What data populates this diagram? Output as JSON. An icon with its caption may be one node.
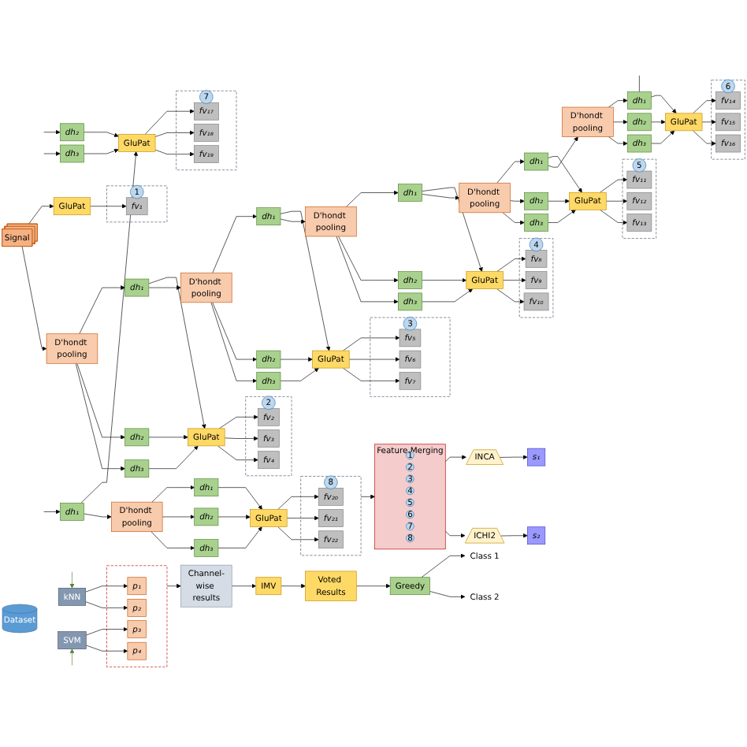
{
  "diagram": {
    "nodes": [
      {
        "text": [
          "Dataset"
        ]
      },
      {
        "text": [
          "Signal"
        ]
      },
      {
        "text": [
          "GluPat"
        ]
      },
      {
        "text": [
          "1"
        ]
      },
      {
        "text": [
          "fv₁"
        ],
        "in": 3
      },
      {
        "text": [
          "D'hondt pooling"
        ]
      },
      {
        "text": [
          "dh₁"
        ]
      },
      {
        "text": [
          "dh₂"
        ]
      },
      {
        "text": [
          "dh₃"
        ]
      },
      {
        "text": [
          "GluPat"
        ]
      },
      {
        "text": [
          "2"
        ]
      },
      {
        "text": [
          "fv₂"
        ],
        "in": 10
      },
      {
        "text": [
          "fv₃"
        ],
        "in": 10
      },
      {
        "text": [
          "fv₄"
        ],
        "in": 10
      },
      {
        "text": [
          "D'hondt pooling"
        ]
      },
      {
        "text": [
          "dh₁"
        ]
      },
      {
        "text": [
          "dh₂"
        ]
      },
      {
        "text": [
          "dh₃"
        ]
      },
      {
        "text": [
          "GluPat"
        ]
      },
      {
        "text": [
          "3"
        ]
      },
      {
        "text": [
          "fv₅"
        ],
        "in": 19
      },
      {
        "text": [
          "fv₆"
        ],
        "in": 19
      },
      {
        "text": [
          "fv₇"
        ],
        "in": 19
      },
      {
        "text": [
          "D'hondt pooling"
        ]
      },
      {
        "text": [
          "dh₁"
        ]
      },
      {
        "text": [
          "dh₂"
        ]
      },
      {
        "text": [
          "dh₃"
        ]
      },
      {
        "text": [
          "GluPat"
        ]
      },
      {
        "text": [
          "4"
        ]
      },
      {
        "text": [
          "fv₈"
        ],
        "in": 28
      },
      {
        "text": [
          "fv₉"
        ],
        "in": 28
      },
      {
        "text": [
          "fv₁₀"
        ],
        "in": 28
      },
      {
        "text": [
          "D'hondt pooling"
        ]
      },
      {
        "text": [
          "dh₁"
        ]
      },
      {
        "text": [
          "dh₂"
        ]
      },
      {
        "text": [
          "dh₃"
        ]
      },
      {
        "text": [
          "GluPat"
        ]
      },
      {
        "text": [
          "5"
        ]
      },
      {
        "text": [
          "fv₁₁"
        ],
        "in": 37
      },
      {
        "text": [
          "fv₁₂"
        ],
        "in": 37
      },
      {
        "text": [
          "fv₁₃"
        ],
        "in": 37
      },
      {
        "text": [
          "D'hondt pooling"
        ]
      },
      {
        "text": [
          "dh₁"
        ]
      },
      {
        "text": [
          "dh₂"
        ]
      },
      {
        "text": [
          "dh₃"
        ]
      },
      {
        "text": [
          "GluPat"
        ]
      },
      {
        "text": [
          "6"
        ]
      },
      {
        "text": [
          "fv₁₄"
        ],
        "in": 46
      },
      {
        "text": [
          "fv₁₅"
        ],
        "in": 46
      },
      {
        "text": [
          "fv₁₆"
        ],
        "in": 46
      },
      {
        "text": [
          "dh₁"
        ]
      },
      {
        "text": [
          "dh₂"
        ]
      },
      {
        "text": [
          "dh₃"
        ]
      },
      {
        "text": [
          "GluPat"
        ]
      },
      {
        "text": [
          "7"
        ]
      },
      {
        "text": [
          "fv₁₇"
        ],
        "in": 54
      },
      {
        "text": [
          "fv₁₈"
        ],
        "in": 54
      },
      {
        "text": [
          "fv₁₉"
        ],
        "in": 54
      },
      {
        "text": [
          "D'hondt pooling"
        ]
      },
      {
        "text": [
          "dh₁"
        ]
      },
      {
        "text": [
          "dh₂"
        ]
      },
      {
        "text": [
          "dh₃"
        ]
      },
      {
        "text": [
          "GluPat"
        ]
      },
      {
        "text": [
          "8"
        ]
      },
      {
        "text": [
          "fv₂₀"
        ],
        "in": 63
      },
      {
        "text": [
          "fv₂₁"
        ],
        "in": 63
      },
      {
        "text": [
          "fv₂₂"
        ],
        "in": 63
      },
      {
        "text": [
          "Feature Merging"
        ]
      },
      {
        "text": [
          "1"
        ],
        "in": 67
      },
      {
        "text": [
          "2"
        ],
        "in": 67
      },
      {
        "text": [
          "3"
        ],
        "in": 67
      },
      {
        "text": [
          "4"
        ],
        "in": 67
      },
      {
        "text": [
          "5"
        ],
        "in": 67
      },
      {
        "text": [
          "6"
        ],
        "in": 67
      },
      {
        "text": [
          "7"
        ],
        "in": 67
      },
      {
        "text": [
          "8"
        ],
        "in": 67
      },
      {
        "text": [
          "INCA"
        ]
      },
      {
        "text": [
          "ICHI2"
        ]
      },
      {
        "text": [
          "s₁"
        ]
      },
      {
        "text": [
          "s₂"
        ]
      },
      {
        "text": [
          "kNN"
        ]
      },
      {
        "text": [
          "SVM"
        ]
      },
      {
        "text": [],
        "shape": "box"
      },
      {
        "text": [
          "p₁"
        ],
        "in": 82
      },
      {
        "text": [
          "p₂"
        ],
        "in": 82
      },
      {
        "text": [
          "p₃"
        ],
        "in": 82
      },
      {
        "text": [
          "p₄"
        ],
        "in": 82
      },
      {
        "text": [
          "Channel-wise results"
        ]
      },
      {
        "text": [
          "IMV"
        ]
      },
      {
        "text": [
          "Voted Results"
        ]
      },
      {
        "text": [
          "Greedy"
        ]
      },
      {
        "text": [
          "Class 1"
        ]
      },
      {
        "text": [
          "Class 2"
        ]
      }
    ],
    "edges": [
      {
        "from": 1,
        "to": 2,
        "arrow": "to"
      },
      {
        "from": 1,
        "to": 5,
        "arrow": "to"
      },
      {
        "from": 2,
        "to": 4,
        "arrow": "to"
      },
      {
        "from": 5,
        "to": 6,
        "arrow": "to"
      },
      {
        "from": 5,
        "to": 7,
        "arrow": "to"
      },
      {
        "from": 5,
        "to": 8,
        "arrow": "to"
      },
      {
        "from": 6,
        "to": 9,
        "arrow": "to"
      },
      {
        "from": 7,
        "to": 9,
        "arrow": "to"
      },
      {
        "from": 8,
        "to": 9,
        "arrow": "to"
      },
      {
        "from": 9,
        "to": 11,
        "arrow": "to"
      },
      {
        "from": 9,
        "to": 12,
        "arrow": "to"
      },
      {
        "from": 9,
        "to": 13,
        "arrow": "to"
      },
      {
        "from": 6,
        "to": 14,
        "arrow": "to"
      },
      {
        "from": 14,
        "to": 15,
        "arrow": "to"
      },
      {
        "from": 14,
        "to": 16,
        "arrow": "to"
      },
      {
        "from": 14,
        "to": 17,
        "arrow": "to"
      },
      {
        "from": 15,
        "to": 18,
        "arrow": "to"
      },
      {
        "from": 16,
        "to": 18,
        "arrow": "to"
      },
      {
        "from": 17,
        "to": 18,
        "arrow": "to"
      },
      {
        "from": 18,
        "to": 20,
        "arrow": "to"
      },
      {
        "from": 18,
        "to": 21,
        "arrow": "to"
      },
      {
        "from": 18,
        "to": 22,
        "arrow": "to"
      },
      {
        "from": 15,
        "to": 23,
        "arrow": "to"
      },
      {
        "from": 23,
        "to": 24,
        "arrow": "to"
      },
      {
        "from": 23,
        "to": 25,
        "arrow": "to"
      },
      {
        "from": 23,
        "to": 26,
        "arrow": "to"
      },
      {
        "from": 24,
        "to": 27,
        "arrow": "to"
      },
      {
        "from": 25,
        "to": 27,
        "arrow": "to"
      },
      {
        "from": 26,
        "to": 27,
        "arrow": "to"
      },
      {
        "from": 27,
        "to": 29,
        "arrow": "to"
      },
      {
        "from": 27,
        "to": 30,
        "arrow": "to"
      },
      {
        "from": 27,
        "to": 31,
        "arrow": "to"
      },
      {
        "from": 24,
        "to": 32,
        "arrow": "to"
      },
      {
        "from": 32,
        "to": 33,
        "arrow": "to"
      },
      {
        "from": 32,
        "to": 34,
        "arrow": "to"
      },
      {
        "from": 32,
        "to": 35,
        "arrow": "to"
      },
      {
        "from": 33,
        "to": 36,
        "arrow": "to"
      },
      {
        "from": 34,
        "to": 36,
        "arrow": "to"
      },
      {
        "from": 35,
        "to": 36,
        "arrow": "to"
      },
      {
        "from": 36,
        "to": 38,
        "arrow": "to"
      },
      {
        "from": 36,
        "to": 39,
        "arrow": "to"
      },
      {
        "from": 36,
        "to": 40,
        "arrow": "to"
      },
      {
        "from": 33,
        "to": 41,
        "arrow": "to"
      },
      {
        "from": 41,
        "to": 42,
        "arrow": "to"
      },
      {
        "from": 41,
        "to": 43,
        "arrow": "to"
      },
      {
        "from": 41,
        "to": 44,
        "arrow": "to"
      },
      {
        "from": 42,
        "to": 45,
        "arrow": "to"
      },
      {
        "from": 43,
        "to": 45,
        "arrow": "to"
      },
      {
        "from": 44,
        "to": 45,
        "arrow": "to"
      },
      {
        "from": 45,
        "to": 47,
        "arrow": "to"
      },
      {
        "from": 45,
        "to": 48,
        "arrow": "to"
      },
      {
        "from": 45,
        "to": 49,
        "arrow": "to"
      },
      {
        "from": 42,
        "to": null,
        "arrow": "none"
      },
      {
        "from": null,
        "to": 50,
        "arrow": "to"
      },
      {
        "from": null,
        "to": 51,
        "arrow": "to"
      },
      {
        "from": null,
        "to": 52,
        "arrow": "to"
      },
      {
        "from": 50,
        "to": 53,
        "arrow": "to"
      },
      {
        "from": 51,
        "to": 53,
        "arrow": "to"
      },
      {
        "from": 52,
        "to": 53,
        "arrow": "to"
      },
      {
        "from": 53,
        "to": 55,
        "arrow": "to"
      },
      {
        "from": 53,
        "to": 56,
        "arrow": "to"
      },
      {
        "from": 53,
        "to": 57,
        "arrow": "to"
      },
      {
        "from": 50,
        "to": 58,
        "arrow": "to"
      },
      {
        "from": 58,
        "to": 59,
        "arrow": "to"
      },
      {
        "from": 58,
        "to": 60,
        "arrow": "to"
      },
      {
        "from": 58,
        "to": 61,
        "arrow": "to"
      },
      {
        "from": 59,
        "to": 62,
        "arrow": "to"
      },
      {
        "from": 60,
        "to": 62,
        "arrow": "to"
      },
      {
        "from": 61,
        "to": 62,
        "arrow": "to"
      },
      {
        "from": 62,
        "to": 64,
        "arrow": "to"
      },
      {
        "from": 62,
        "to": 65,
        "arrow": "to"
      },
      {
        "from": 62,
        "to": 66,
        "arrow": "to"
      },
      {
        "from": 63,
        "to": 67,
        "arrow": "to"
      },
      {
        "from": 67,
        "to": 76,
        "arrow": "to"
      },
      {
        "from": 67,
        "to": 77,
        "arrow": "to"
      },
      {
        "from": 76,
        "to": 78,
        "arrow": "to"
      },
      {
        "from": 77,
        "to": 79,
        "arrow": "to"
      },
      {
        "from": null,
        "to": 80,
        "arrow": "to",
        "color": "#548235"
      },
      {
        "from": null,
        "to": 81,
        "arrow": "to",
        "color": "#548235"
      },
      {
        "from": 80,
        "to": 83,
        "arrow": "to"
      },
      {
        "from": 80,
        "to": 84,
        "arrow": "to"
      },
      {
        "from": 81,
        "to": 85,
        "arrow": "to"
      },
      {
        "from": 81,
        "to": 86,
        "arrow": "to"
      },
      {
        "from": 82,
        "to": 87,
        "arrow": "to"
      },
      {
        "from": 87,
        "to": 88,
        "arrow": "to"
      },
      {
        "from": 88,
        "to": 89,
        "arrow": "to"
      },
      {
        "from": 89,
        "to": 90,
        "arrow": "to"
      },
      {
        "from": 90,
        "to": 91,
        "arrow": "to"
      },
      {
        "from": 90,
        "to": 92,
        "arrow": "to"
      }
    ]
  }
}
